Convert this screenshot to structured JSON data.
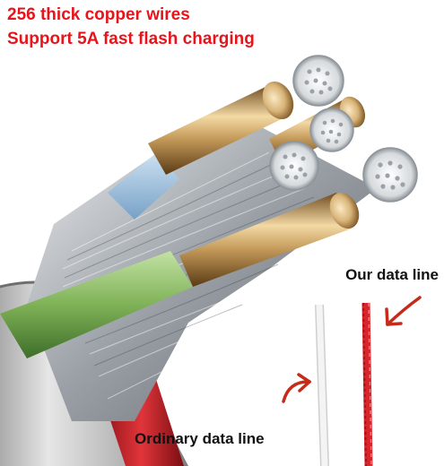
{
  "headline": {
    "line1": "256 thick copper wires",
    "line2": "Support 5A fast flash charging",
    "color": "#e8141b"
  },
  "comparison": {
    "our_label": "Our data line",
    "ordinary_label": "Ordinary data line",
    "label_color": "#111111",
    "arrow_color": "#c62a1a",
    "our_cable_color": "#d8242a",
    "ordinary_cable_color": "#eeeeee"
  },
  "cable": {
    "outer_jacket_color": "#c9c9c9",
    "strand_color": "#b8bcc0",
    "copper_color": "#c7a060",
    "insulation_colors": [
      "#8fbf6a",
      "#8fb9dc",
      "#c7262c"
    ]
  }
}
